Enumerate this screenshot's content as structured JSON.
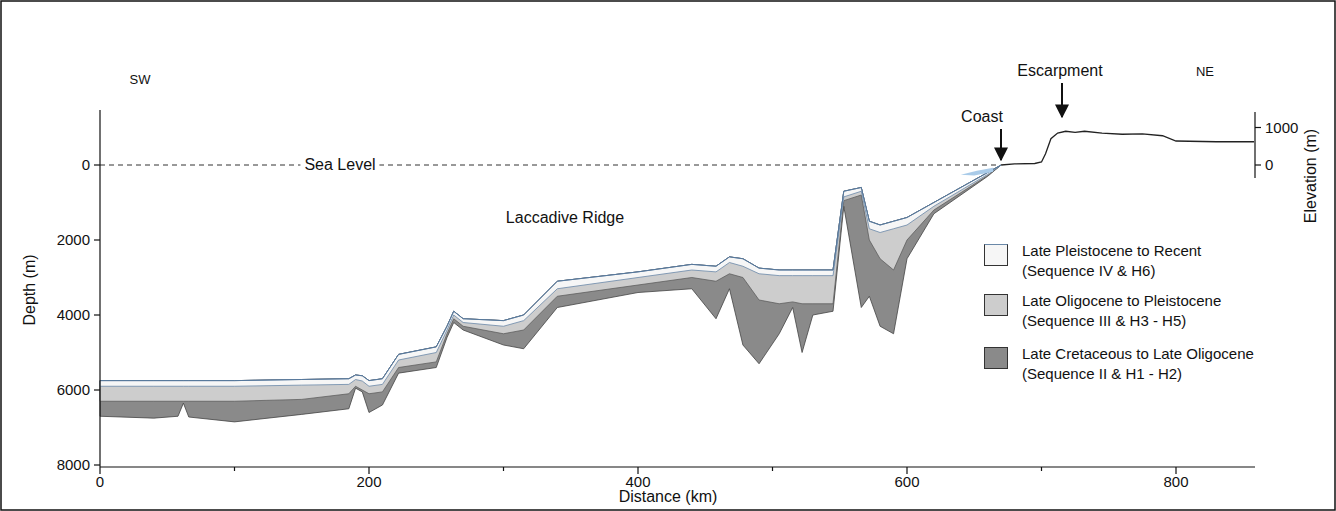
{
  "diagram": {
    "labels": [
      "SW",
      "NE",
      "Sea Level",
      "Laccadive Ridge",
      "Coast",
      "Escarpment",
      "Depth (m)",
      "Elevation (m)",
      "Distance (km)",
      "0",
      "2000",
      "4000",
      "6000",
      "8000",
      "1000",
      "0",
      "0",
      "200",
      "400",
      "600",
      "800"
    ],
    "legend": [
      {
        "text": "Late Pleistocene to Recent (Sequence IV & H6)",
        "color": "#f6f6f6"
      },
      {
        "text": "Late Oligocene to Pleistocene (Sequence III & H3 - H5)",
        "color": "#cdcdcd"
      },
      {
        "text": "Late Cretaceous to Late Oligocene (Sequence II & H1 - H2)",
        "color": "#8a8a8a"
      }
    ]
  }
}
